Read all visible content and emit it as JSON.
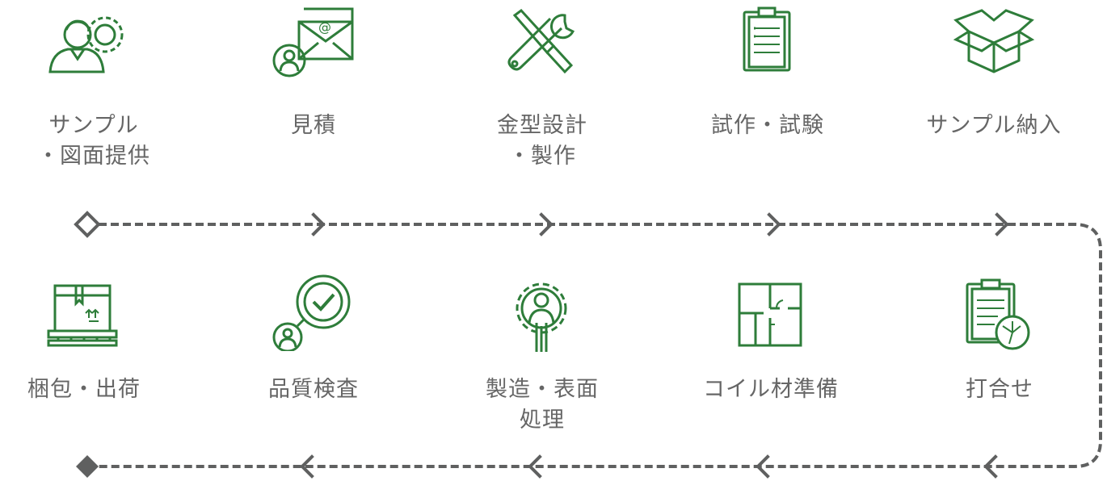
{
  "colors": {
    "icon_green": "#2e7d3a",
    "label_gray": "#666666",
    "connector_gray": "#5f6060"
  },
  "steps_top": [
    {
      "icon": "user-gear-icon",
      "label_lines": [
        "サンプル",
        "・図面提供"
      ]
    },
    {
      "icon": "email-person-icon",
      "label_lines": [
        "見積"
      ]
    },
    {
      "icon": "tools-icon",
      "label_lines": [
        "金型設計",
        "・製作"
      ]
    },
    {
      "icon": "clipboard-icon",
      "label_lines": [
        "試作・試験"
      ]
    },
    {
      "icon": "box-icon",
      "label_lines": [
        "サンプル納入"
      ]
    }
  ],
  "steps_bottom": [
    {
      "icon": "pallet-box-icon",
      "label_lines": [
        "梱包・出荷"
      ]
    },
    {
      "icon": "check-person-icon",
      "label_lines": [
        "品質検査"
      ]
    },
    {
      "icon": "gear-person-icon",
      "label_lines": [
        "製造・表面",
        "処理"
      ]
    },
    {
      "icon": "floorplan-icon",
      "label_lines": [
        "コイル材準備"
      ]
    },
    {
      "icon": "clipboard-clock-icon",
      "label_lines": [
        "打合せ"
      ]
    }
  ]
}
